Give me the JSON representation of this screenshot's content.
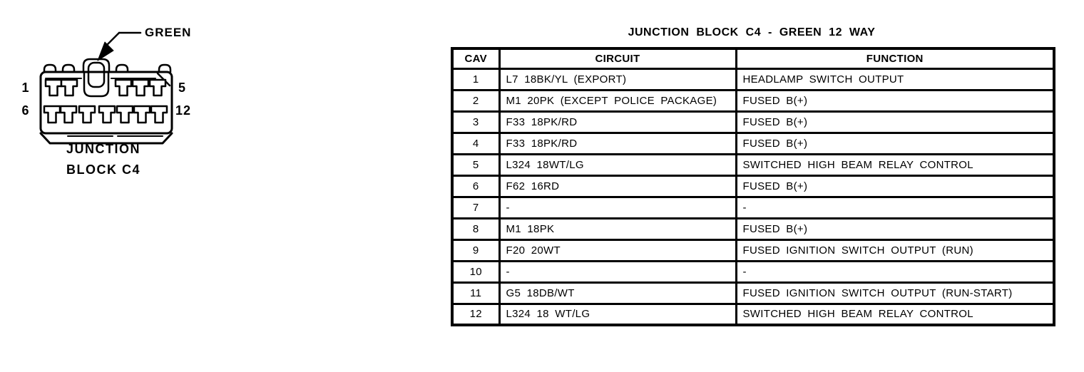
{
  "page": {
    "background_color": "#ffffff",
    "ink_color": "#000000"
  },
  "connector": {
    "color_callout": "GREEN",
    "caption_line1": "JUNCTION",
    "caption_line2": "BLOCK C4",
    "pin_labels": {
      "top_left": "1",
      "top_right": "5",
      "bottom_left": "6",
      "bottom_right": "12"
    },
    "icons": {
      "arrowhead": "callout-arrowhead-icon"
    }
  },
  "table": {
    "title": "JUNCTION BLOCK C4 - GREEN 12 WAY",
    "columns": [
      "CAV",
      "CIRCUIT",
      "FUNCTION"
    ],
    "rows": [
      {
        "cav": "1",
        "circuit": "L7 18BK/YL (EXPORT)",
        "function": "HEADLAMP SWITCH OUTPUT"
      },
      {
        "cav": "2",
        "circuit": "M1 20PK (EXCEPT POLICE PACKAGE)",
        "function": "FUSED B(+)"
      },
      {
        "cav": "3",
        "circuit": "F33 18PK/RD",
        "function": "FUSED B(+)"
      },
      {
        "cav": "4",
        "circuit": "F33 18PK/RD",
        "function": "FUSED B(+)"
      },
      {
        "cav": "5",
        "circuit": "L324 18WT/LG",
        "function": "SWITCHED HIGH BEAM RELAY CONTROL"
      },
      {
        "cav": "6",
        "circuit": "F62 16RD",
        "function": "FUSED B(+)"
      },
      {
        "cav": "7",
        "circuit": "-",
        "function": "-"
      },
      {
        "cav": "8",
        "circuit": "M1 18PK",
        "function": "FUSED B(+)"
      },
      {
        "cav": "9",
        "circuit": "F20 20WT",
        "function": "FUSED IGNITION SWITCH OUTPUT (RUN)"
      },
      {
        "cav": "10",
        "circuit": "-",
        "function": "-"
      },
      {
        "cav": "11",
        "circuit": "G5 18DB/WT",
        "function": "FUSED IGNITION SWITCH OUTPUT (RUN-START)"
      },
      {
        "cav": "12",
        "circuit": "L324 18 WT/LG",
        "function": "SWITCHED HIGH BEAM RELAY CONTROL"
      }
    ]
  }
}
